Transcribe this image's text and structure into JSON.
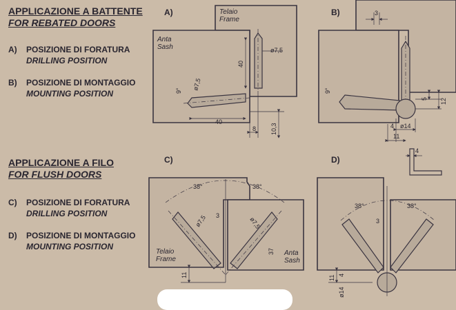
{
  "rebated": {
    "title_it": "APPLICAZIONE A BATTENTE",
    "title_en": "FOR REBATED DOORS",
    "items": [
      {
        "letter": "A)",
        "it": "POSIZIONE DI FORATURA",
        "en": "DRILLING POSITION"
      },
      {
        "letter": "B)",
        "it": "POSIZIONE DI MONTAGGIO",
        "en": "MOUNTING POSITION"
      }
    ]
  },
  "flush": {
    "title_it": "APPLICAZIONE A FILO",
    "title_en": "FOR FLUSH DOORS",
    "items": [
      {
        "letter": "C)",
        "it": "POSIZIONE DI FORATURA",
        "en": "DRILLING POSITION"
      },
      {
        "letter": "D)",
        "it": "POSIZIONE DI MONTAGGIO",
        "en": "MOUNTING POSITION"
      }
    ]
  },
  "diagram_a": {
    "letter": "A)",
    "frame_it": "Telaio",
    "frame_en": "Frame",
    "sash_it": "Anta",
    "sash_en": "Sash",
    "dims": {
      "d1": "ø7,5",
      "d2": "ø7,5",
      "len40v": "40",
      "len40h": "40",
      "ang": "9°",
      "off8": "8",
      "off103": "10,3"
    }
  },
  "diagram_b": {
    "letter": "B)",
    "dims": {
      "top3": "3",
      "ang": "9°",
      "v5": "5",
      "v12": "12",
      "h4": "4",
      "d14": "ø14",
      "h11": "11"
    }
  },
  "diagram_c": {
    "letter": "C)",
    "frame_it": "Telaio",
    "frame_en": "Frame",
    "sash_it": "Anta",
    "sash_en": "Sash",
    "dims": {
      "angL": "38°",
      "angR": "38°",
      "dL": "ø7,5",
      "dR": "ø7,5",
      "gap3": "3",
      "len37": "37",
      "v11": "11"
    }
  },
  "diagram_d": {
    "letter": "D)",
    "dims": {
      "top4": "4",
      "angL": "38°",
      "angR": "38°",
      "gap3": "3",
      "v11": "11",
      "v4": "4",
      "d14": "ø14"
    }
  }
}
